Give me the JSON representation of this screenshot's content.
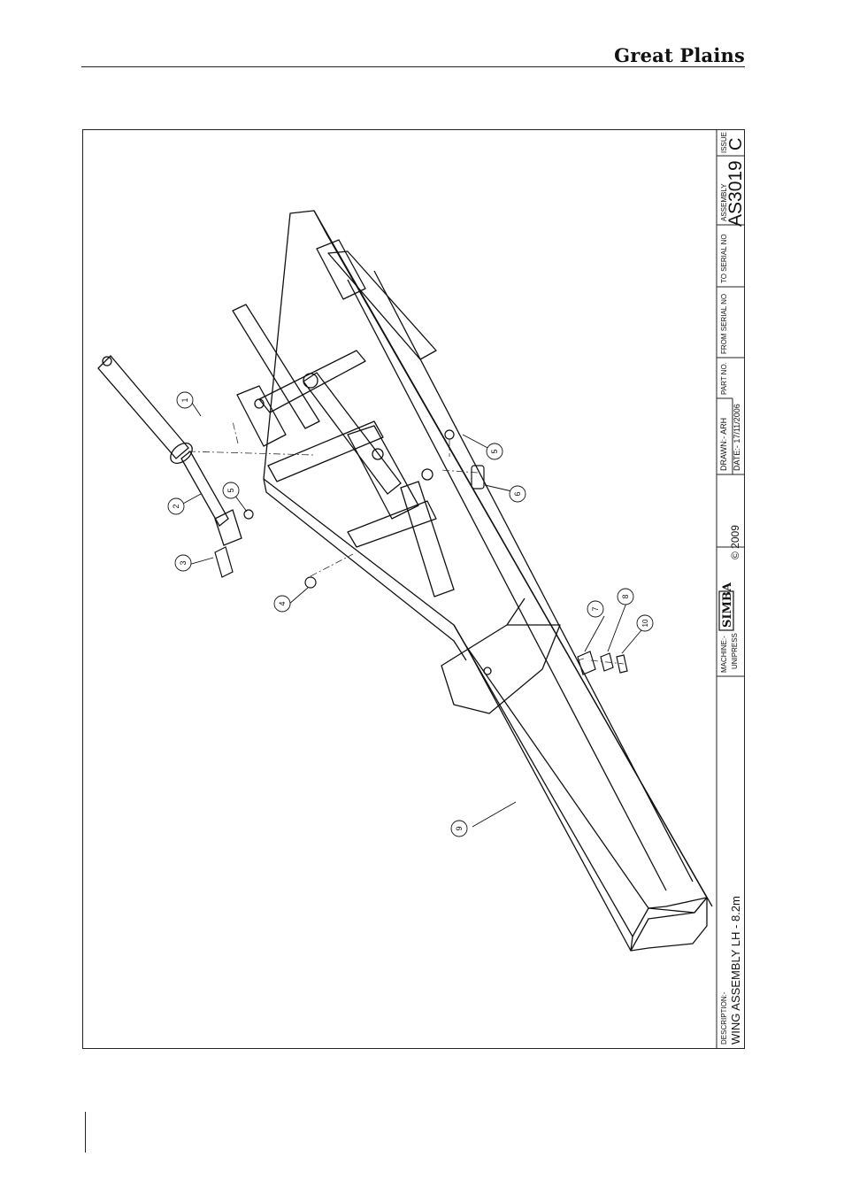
{
  "header": {
    "brand": "Great Plains"
  },
  "title_block": {
    "description_label": "DESCRIPTION:-",
    "description": "WING ASSEMBLY LH - 8.2m",
    "machine_label": "MACHINE:-",
    "machine": "UNIPRESS",
    "logo_text": "SIMBA",
    "copyright": "© 2009",
    "drawn": "DRAWN:- ARH",
    "date": "DATE:- 17/11/2006",
    "part_no_label": "PART NO.",
    "from_serial_label": "FROM SERIAL NO",
    "to_serial_label": "TO SERIAL NO",
    "assembly_label": "ASSEMBLY",
    "assembly": "AS3019",
    "issue_label": "ISSUE",
    "issue": "C"
  },
  "callouts": [
    "1",
    "2",
    "3",
    "4",
    "5",
    "5",
    "6",
    "7",
    "8",
    "9",
    "10"
  ]
}
